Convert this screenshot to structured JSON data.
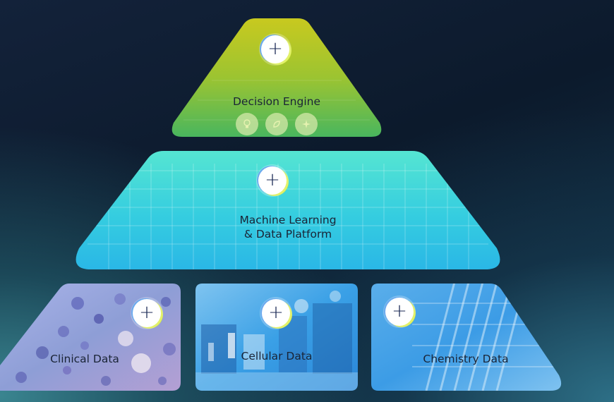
{
  "diagram": {
    "type": "pyramid",
    "tiers": [
      {
        "id": "decision",
        "label": "Decision Engine"
      },
      {
        "id": "ml",
        "label_lines": [
          "Machine Learning",
          "& Data Platform"
        ]
      },
      {
        "id": "data",
        "boxes": [
          {
            "label": "Clinical Data"
          },
          {
            "label": "Cellular Data"
          },
          {
            "label": "Chemistry Data"
          }
        ]
      }
    ],
    "plus_symbol": "+",
    "decision_icons": [
      "lightbulb-icon",
      "leaf-icon",
      "sparkle-icon"
    ]
  },
  "colors": {
    "decision_top": "#b9c722",
    "decision_bottom": "#4eb85a",
    "ml_top": "#4ce0d6",
    "ml_bottom": "#2dbbe3",
    "clinical": "#8e9ed6",
    "cellular": "#3aa0e6",
    "chemistry": "#3c9ce6"
  }
}
